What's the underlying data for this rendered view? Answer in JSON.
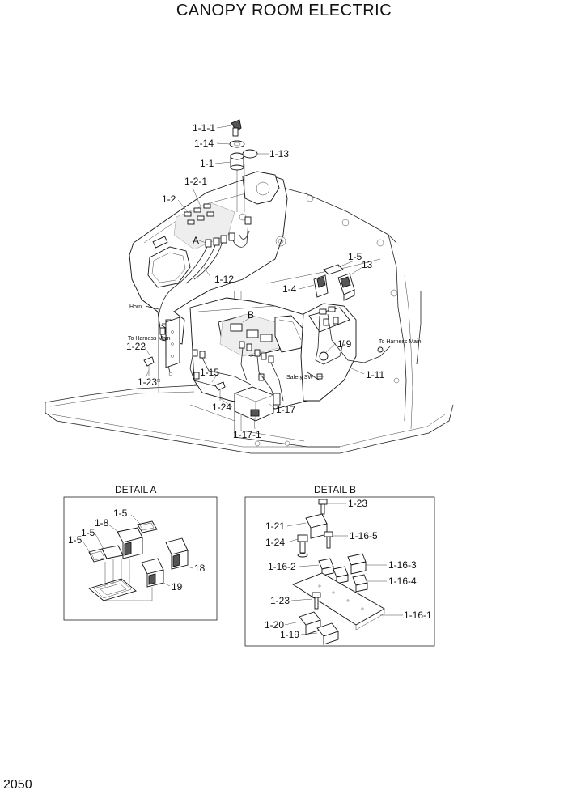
{
  "title": "CANOPY ROOM ELECTRIC",
  "page_number": "2050",
  "main_labels": {
    "l_1_1_1": "1-1-1",
    "l_1_14": "1-14",
    "l_1_13": "1-13",
    "l_1_1": "1-1",
    "l_1_2_1": "1-2-1",
    "l_1_2": "1-2",
    "l_A": "A",
    "l_1_5": "1-5",
    "l_13": "13",
    "l_1_4": "1-4",
    "l_1_12": "1-12",
    "l_B": "B",
    "l_1_9": "1-9",
    "l_1_22": "1-22",
    "l_1_23": "1-23",
    "l_1_15": "1-15",
    "l_1_11": "1-11",
    "l_1_24": "1-24",
    "l_1_17": "1-17",
    "l_1_17_1": "1-17-1"
  },
  "small_notes": {
    "horn": "Horn",
    "to_harness_main_left": "To Harness Main",
    "to_harness_main_right": "To Harness Main",
    "safety_sw": "Safety SW"
  },
  "detail_a": {
    "title": "DETAIL A",
    "labels": {
      "l_1_5_top": "1-5",
      "l_1_8": "1-8",
      "l_1_5_mid": "1-5",
      "l_1_5_left": "1-5",
      "l_18": "18",
      "l_19": "19"
    }
  },
  "detail_b": {
    "title": "DETAIL B",
    "labels": {
      "l_1_23_top": "1-23",
      "l_1_21": "1-21",
      "l_1_16_5": "1-16-5",
      "l_1_24": "1-24",
      "l_1_16_3": "1-16-3",
      "l_1_16_2": "1-16-2",
      "l_1_16_4": "1-16-4",
      "l_1_23_bot": "1-23",
      "l_1_16_1": "1-16-1",
      "l_1_20": "1-20",
      "l_1_19": "1-19"
    }
  }
}
